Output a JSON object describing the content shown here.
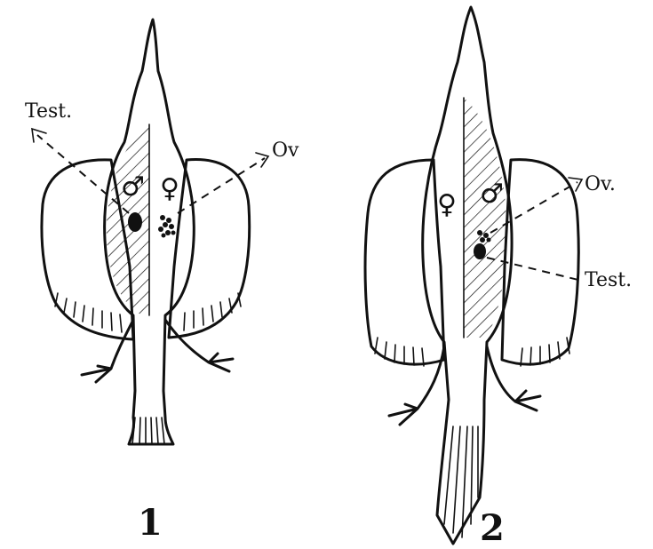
{
  "figure_1": {
    "label_test": "Test.",
    "label_ov": "Ov",
    "male_symbol": "♂",
    "female_symbol": "♀",
    "number": "1"
  },
  "figure_2": {
    "label_test": "Test.",
    "label_ov": "Ov.",
    "male_symbol": "♂",
    "female_symbol": "♀",
    "number": "2"
  }
}
